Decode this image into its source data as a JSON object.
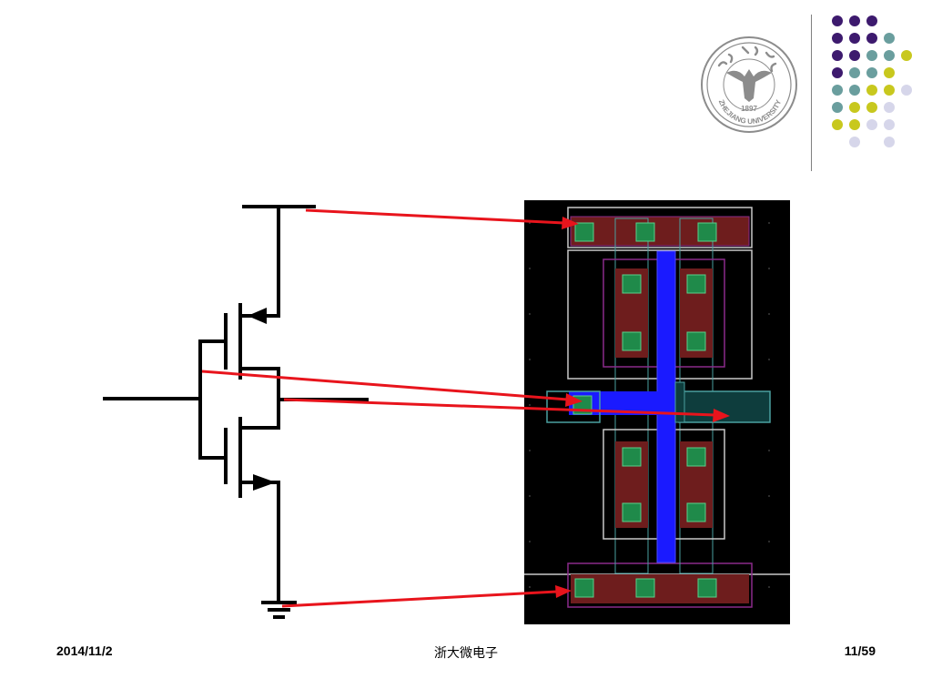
{
  "footer": {
    "date": "2014/11/2",
    "center": "浙大微电子",
    "page": "11/59"
  },
  "logo": {
    "university": "ZHEJIANG UNIVERSITY",
    "year": "1897"
  },
  "colors": {
    "purple": "#3d1a6e",
    "teal": "#6a9e9e",
    "yellow": "#c8c81e",
    "lavender": "#d6d6ea",
    "arrow": "#e8141c",
    "layout_bg": "#000000",
    "metal": "#8a2b2b",
    "poly": "#1a1aff",
    "contact": "#1f8a4a"
  }
}
